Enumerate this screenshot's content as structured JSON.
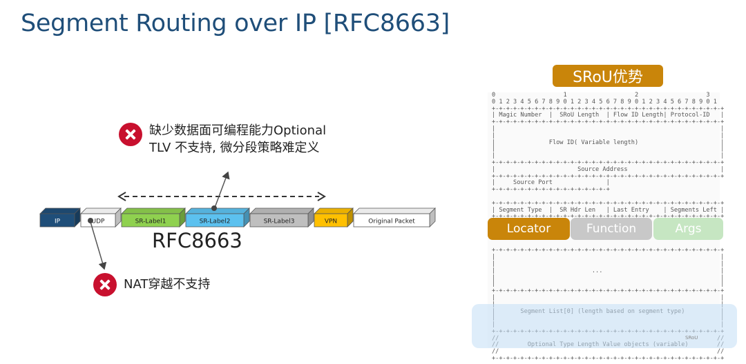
{
  "slide": {
    "title": "Segment Routing over IP [RFC8663]"
  },
  "issues": [
    {
      "line1": "缺少数据面可编程能力Optional",
      "line2": "TLV 不支持, 微分段策略难定义"
    },
    {
      "line1": "NAT穿越不支持"
    }
  ],
  "packet": {
    "caption": "RFC8663",
    "segments": [
      {
        "label": "IP",
        "fill": "#1f4e79",
        "text_color": "#ffffff"
      },
      {
        "label": "UDP",
        "fill": "#ffffff",
        "text_color": "#222222"
      },
      {
        "label": "SR-Label1",
        "fill": "#8fd14f",
        "text_color": "#222222"
      },
      {
        "label": "SR-Label2",
        "fill": "#5cc1ef",
        "text_color": "#222222"
      },
      {
        "label": "SR-Label3",
        "fill": "#bfbfbf",
        "text_color": "#222222"
      },
      {
        "label": "VPN",
        "fill": "#ffc000",
        "text_color": "#222222"
      },
      {
        "label": "Original Packet",
        "fill": "#ffffff",
        "text_color": "#222222"
      }
    ]
  },
  "srou": {
    "title": "SRoU优势",
    "header_text": "0                   1                   2                   3\n0 1 2 3 4 5 6 7 8 9 0 1 2 3 4 5 6 7 8 9 0 1 2 3 4 5 6 7 8 9 0 1\n+-+-+-+-+-+-+-+-+-+-+-+-+-+-+-+-+-+-+-+-+-+-+-+-+-+-+-+-+-+-+-+-+\n| Magic Number  |  SRoU Length  | Flow ID Length| Protocol-ID   |\n+-+-+-+-+-+-+-+-+-+-+-+-+-+-+-+-+-+-+-+-+-+-+-+-+-+-+-+-+-+-+-+-+\n|                                                               |\n|                                                               |\n|               Flow ID( Variable length)                       |\n|                                                               |\n|                                                               |\n+-+-+-+-+-+-+-+-+-+-+-+-+-+-+-+-+-+-+-+-+-+-+-+-+-+-+-+-+-+-+-+-+\n|                       Source Address                          |\n+-+-+-+-+-+-+-+-+-+-+-+-+-+-+-+-+-+-+-+-+-+-+-+-+-+-+-+-+-+-+-+-+\n|     Source Port               |\n+-+-+-+-+-+-+-+-+-+-+-+-+-+-+-+-+\n\n+-+-+-+-+-+-+-+-+-+-+-+-+-+-+-+-+-+-+-+-+-+-+-+-+-+-+-+-+-+-+-+-+\n| Segment Type  |  SR Hdr Len   | Last Entry    | Segments Left |\n+-+-+-+-+-+-+-+-+-+-+-+-+-+-+-+-+-+-+-+-+-+-+-+-+-+-+-+-+-+-+-+-+\n\n\n\n\n+-+-+-+-+-+-+-+-+-+-+-+-+-+-+-+-+-+-+-+-+-+-+-+-+-+-+-+-+-+-+-+-+\n|                                                               |\n|                                                               |\n|                           ...                                 |\n|                                                               |\n|                                                               |\n+-+-+-+-+-+-+-+-+-+-+-+-+-+-+-+-+-+-+-+-+-+-+-+-+-+-+-+-+-+-+-+-+\n|                                                               |\n|                                                               |\n|       Segment List[0] (length based on segment type)          |\n|                                                               |\n|                                                               |\n+-+-+-+-+-+-+-+-+-+-+-+-+-+-+-+-+-+-+-+-+-+-+-+-+-+-+-+-+-+-+-+-+\n//                                                             //\n//        Optional Type Length Value objects (variable)        //\n//                                                             //\n+-+-+-+-+-+-+-+-+-+-+-+-+-+-+-+-+-+-+-+-+-+-+-+-+-+-+-+-+-+-+-+-+",
    "fields": {
      "locator": "Locator",
      "function": "Function",
      "args": "Args"
    },
    "watermark": "SRoU"
  }
}
